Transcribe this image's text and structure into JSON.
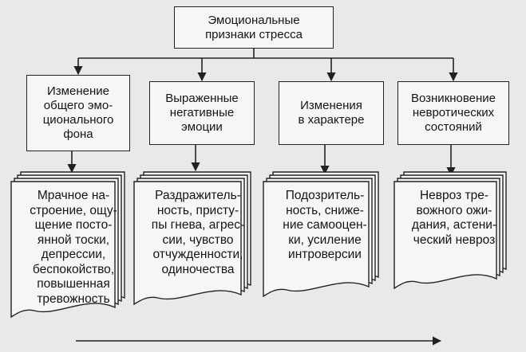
{
  "root": {
    "label": "Эмоциональные\nпризнаки стресса"
  },
  "categories": [
    {
      "label": "Изменение\nобщего эмо-\nционального\nфона",
      "detail": "Мрачное на-\nстроение, ощу-\nщение посто-\nянной тоски,\nдепрессии,\nбеспокойство,\nповышенная\nтревожность"
    },
    {
      "label": "Выраженные\nнегативные\nэмоции",
      "detail": "Раздражитель-\nность, присту-\nпы гнева, агрес-\nсии, чувство\nотчужденности,\nодиночества"
    },
    {
      "label": "Изменения\nв характере",
      "detail": "Подозритель-\nность, сниже-\nние самооцен-\nки, усиление\nинтроверсии"
    },
    {
      "label": "Возникновение\nневротических\nсостояний",
      "detail": "Невроз тре-\nвожного ожи-\nдания, астени-\nческий невроз"
    }
  ]
}
